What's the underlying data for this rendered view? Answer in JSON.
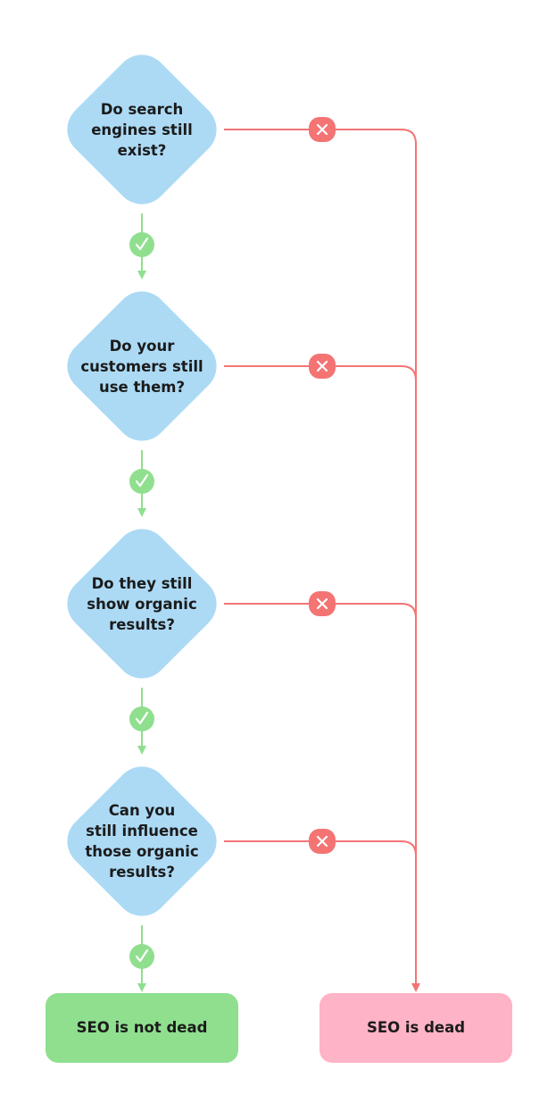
{
  "colors": {
    "question_fill": "#acdaf5",
    "yes_color": "#8fdf8f",
    "no_color": "#f47474",
    "not_dead_fill": "#8fdf8f",
    "dead_fill": "#ffb3c6"
  },
  "questions": [
    {
      "text": "Do search\nengines still\nexist?"
    },
    {
      "text": "Do your\ncustomers still\nuse them?"
    },
    {
      "text": "Do they still\nshow organic\nresults?"
    },
    {
      "text": "Can you\nstill influence\nthose organic\nresults?"
    }
  ],
  "outcomes": {
    "not_dead": "SEO is not dead",
    "dead": "SEO is dead"
  },
  "icons": {
    "yes": "check-icon",
    "no": "cross-icon"
  }
}
